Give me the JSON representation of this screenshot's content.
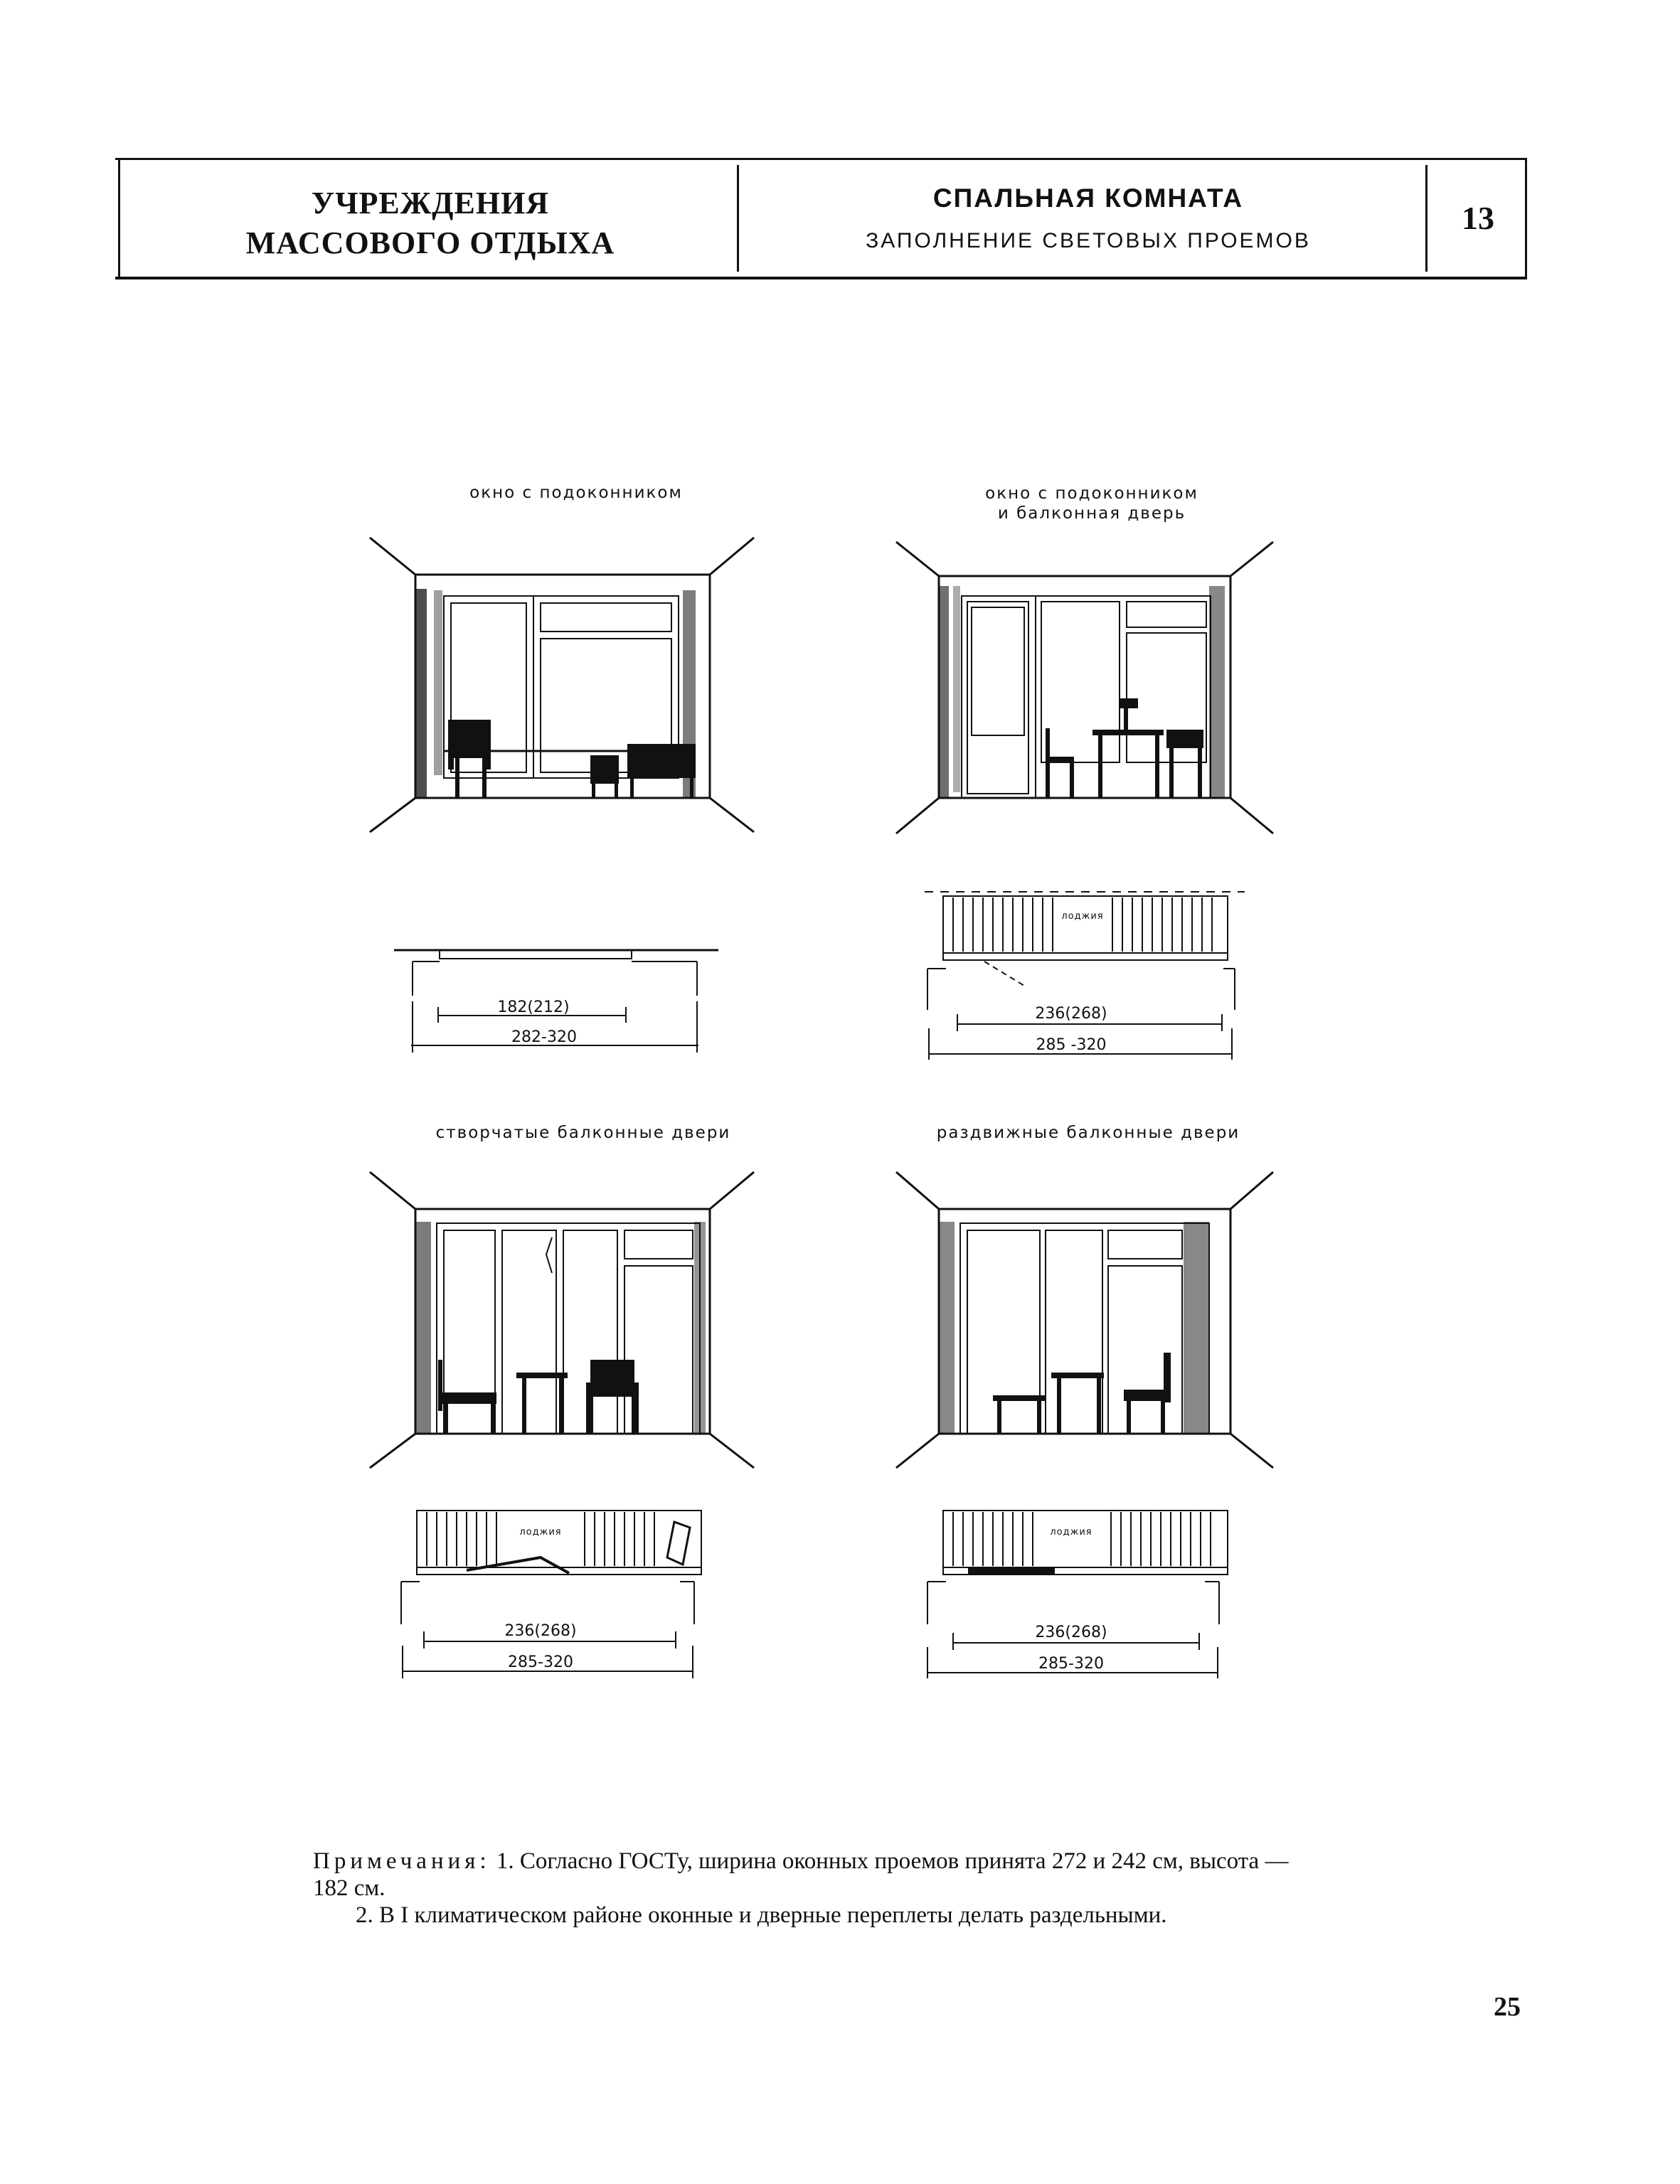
{
  "header": {
    "section_line1": "УЧРЕЖДЕНИЯ",
    "section_line2": "МАССОВОГО ОТДЫХА",
    "title": "СПАЛЬНАЯ КОМНАТА",
    "subtitle": "ЗАПОЛНЕНИЕ СВЕТОВЫХ ПРОЕМОВ",
    "sheet_number": "13"
  },
  "figures": [
    {
      "caption_line1": "окно с подоконником",
      "caption_line2": "",
      "loggia_label": "",
      "dim_inner": "182(212)",
      "dim_outer": "282-320"
    },
    {
      "caption_line1": "окно с подоконником",
      "caption_line2": "и балконная дверь",
      "loggia_label": "лоджия",
      "dim_inner": "236(268)",
      "dim_outer": "285 -320"
    },
    {
      "caption_line1": "створчатые балконные двери",
      "caption_line2": "",
      "loggia_label": "лоджия",
      "dim_inner": "236(268)",
      "dim_outer": "285-320"
    },
    {
      "caption_line1": "раздвижные балконные двери",
      "caption_line2": "",
      "loggia_label": "лоджия",
      "dim_inner": "236(268)",
      "dim_outer": "285-320"
    }
  ],
  "notes": {
    "label": "Примечания:",
    "note1": "1. Согласно ГОСТу, ширина оконных проемов принята 272 и 242 см, высота — 182 см.",
    "note2": "2. В I климатическом районе оконные и дверные переплеты делать раздельными."
  },
  "page_number": "25"
}
